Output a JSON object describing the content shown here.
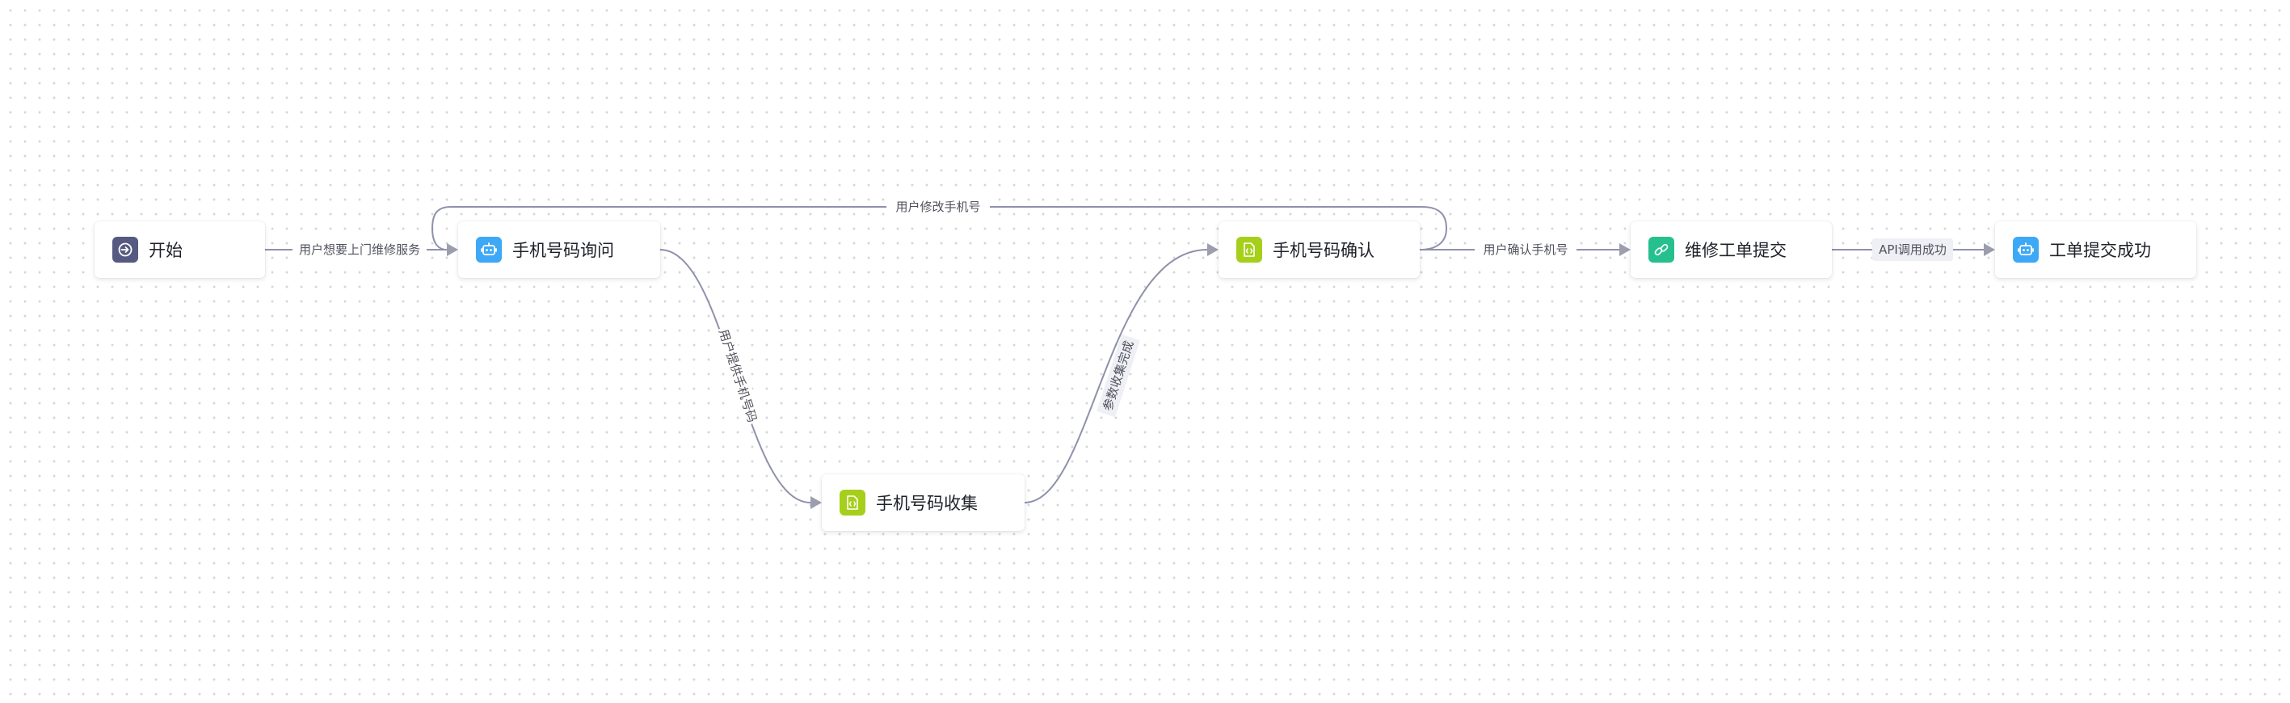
{
  "nodes": {
    "start": {
      "label": "开始",
      "icon": "enter-icon",
      "color": "#565a80"
    },
    "ask_phone": {
      "label": "手机号码询问",
      "icon": "robot-icon",
      "color": "#3da8f5"
    },
    "collect_phone": {
      "label": "手机号码收集",
      "icon": "code-file-icon",
      "color": "#a6cf1b"
    },
    "confirm_phone": {
      "label": "手机号码确认",
      "icon": "code-file-icon",
      "color": "#a6cf1b"
    },
    "submit_ticket": {
      "label": "维修工单提交",
      "icon": "link-icon",
      "color": "#26c08f"
    },
    "submit_success": {
      "label": "工单提交成功",
      "icon": "robot-icon",
      "color": "#3da8f5"
    }
  },
  "edges": {
    "start_to_ask": "用户想要上门维修服务",
    "ask_to_collect": "用户提供手机号码",
    "collect_to_confirm": "参数收集完成",
    "confirm_to_ask": "用户修改手机号",
    "confirm_to_submit": "用户确认手机号",
    "submit_to_success": "API调用成功"
  }
}
